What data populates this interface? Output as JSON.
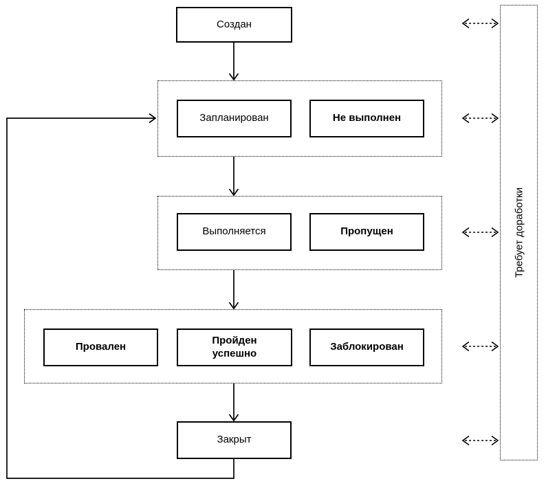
{
  "diagram": {
    "background_color": "#ffffff",
    "line_color": "#000000",
    "nodes": {
      "created": "Создан",
      "planned": "Запланирован",
      "not_executed": "Не выполнен",
      "running": "Выполняется",
      "skipped": "Пропущен",
      "failed": "Провален",
      "passed": "Пройден успешно",
      "blocked": "Заблокирован",
      "closed": "Закрыт"
    },
    "sidebar_label": "Требует доработки"
  }
}
